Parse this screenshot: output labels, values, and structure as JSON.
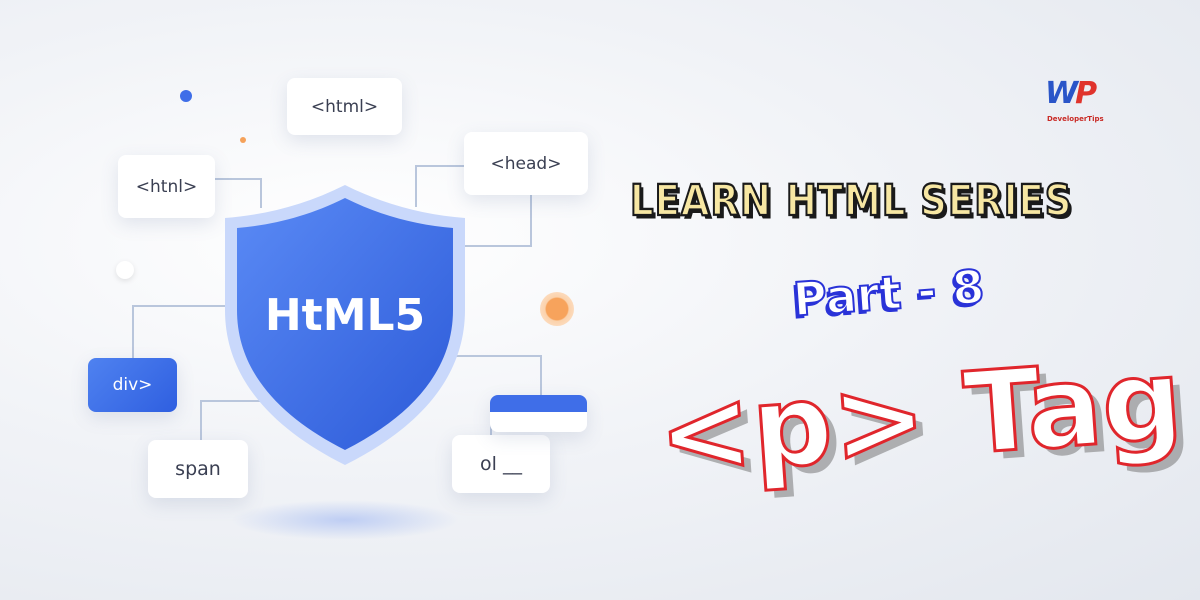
{
  "cards": {
    "html_top": "<html>",
    "html_left": "<htnl>",
    "head": "<head>",
    "div": "div>",
    "span": "span",
    "ol": "ol __"
  },
  "shield": {
    "label": "HtML5"
  },
  "logo": {
    "caption": "DeveloperTips"
  },
  "headline": {
    "series": "LEARN HTML SERIES",
    "part": "Part - 8",
    "tag": "<p> Tag"
  },
  "colors": {
    "shield_blue": "#3f6ee8",
    "series_yellow": "#f7e7a3",
    "part_blue": "#2a33d8",
    "tag_red": "#e0262c"
  }
}
